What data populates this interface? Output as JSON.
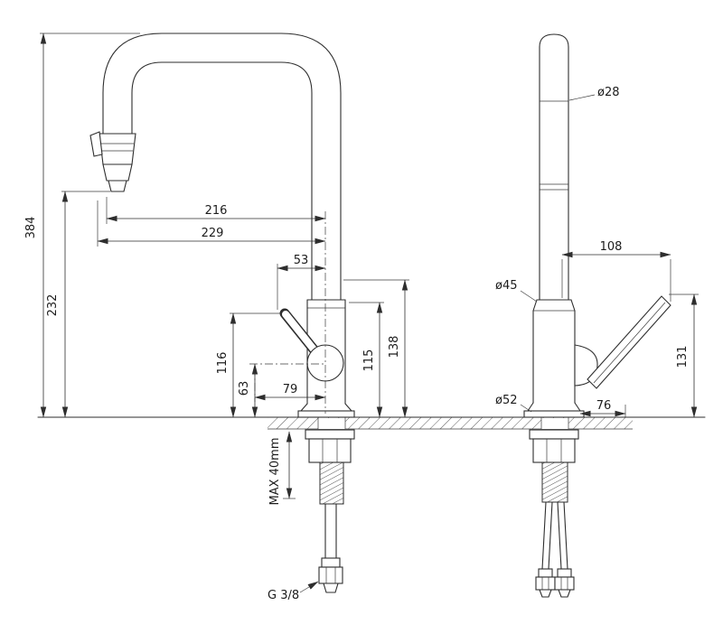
{
  "page": {
    "background": "#ffffff",
    "ink": "#2e2e2e"
  },
  "drawing": {
    "front_view": {
      "overall_height": "384",
      "outlet_height": "232",
      "reach_to_outlet": "216",
      "reach_overall": "229",
      "spout_offset": "53",
      "handle_tip_height": "116",
      "handle_pivot_height": "63",
      "handle_reach": "79",
      "body_height": "115",
      "spout_underside_height": "138",
      "max_mount_thickness": "MAX 40mm",
      "supply_thread": "G 3/8"
    },
    "side_view": {
      "spout_diameter": "ø28",
      "body_diameter": "ø45",
      "base_diameter": "ø52",
      "handle_length": "108",
      "handle_top_height": "131",
      "base_offset": "76"
    }
  }
}
